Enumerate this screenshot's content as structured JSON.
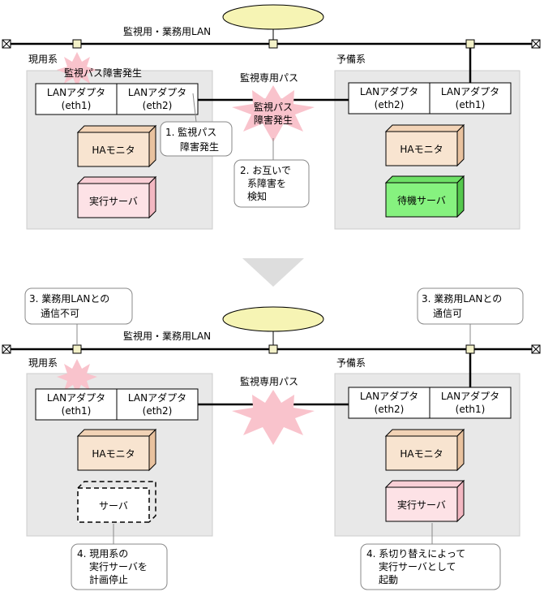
{
  "top": {
    "lan_label": "監視用・業務用LAN",
    "primary_label": "現用系",
    "standby_label": "予備系",
    "monitor_path_label": "監視専用パス",
    "fault_tag": "監視パス障害発生",
    "star_line1": "監視パス",
    "star_line2": "障害発生",
    "primary_adapter1": [
      "LANアダプタ",
      "(eth1)"
    ],
    "primary_adapter2": [
      "LANアダプタ",
      "(eth2)"
    ],
    "standby_adapter1": [
      "LANアダプタ",
      "(eth2)"
    ],
    "standby_adapter2": [
      "LANアダプタ",
      "(eth1)"
    ],
    "primary_monitor": "HAモニタ",
    "primary_server": "実行サーバ",
    "standby_monitor": "HAモニタ",
    "standby_server": "待機サーバ",
    "callout1": [
      "1. 監視パス",
      "障害発生"
    ],
    "callout2": [
      "2. お互いで",
      "系障害を",
      "検知"
    ]
  },
  "bottom": {
    "lan_label": "監視用・業務用LAN",
    "primary_label": "現用系",
    "standby_label": "予備系",
    "monitor_path_label": "監視専用パス",
    "primary_adapter1": [
      "LANアダプタ",
      "(eth1)"
    ],
    "primary_adapter2": [
      "LANアダプタ",
      "(eth2)"
    ],
    "standby_adapter1": [
      "LANアダプタ",
      "(eth2)"
    ],
    "standby_adapter2": [
      "LANアダプタ",
      "(eth1)"
    ],
    "primary_monitor": "HAモニタ",
    "primary_server": "サーバ",
    "standby_monitor": "HAモニタ",
    "standby_server": "実行サーバ",
    "callout3_left": [
      "3. 業務用LANとの",
      "通信不可"
    ],
    "callout3_right": [
      "3. 業務用LANとの",
      "通信可"
    ],
    "callout4_left": [
      "4. 現用系の",
      "実行サーバを",
      "計画停止"
    ],
    "callout4_right": [
      "4. 系切り替えによって",
      "実行サーバとして",
      "起動"
    ]
  },
  "colors": {
    "region": "#e8e8e8",
    "region_border": "#cccccc",
    "lan_line": "#000000",
    "node_fill": "#f3f1c8",
    "burst": "#f9c3cc",
    "hamonitor": "#f8e4d0",
    "exec_server": "#fde2e6",
    "standby_server": "#86f27f",
    "arrow": "#dddddd"
  }
}
